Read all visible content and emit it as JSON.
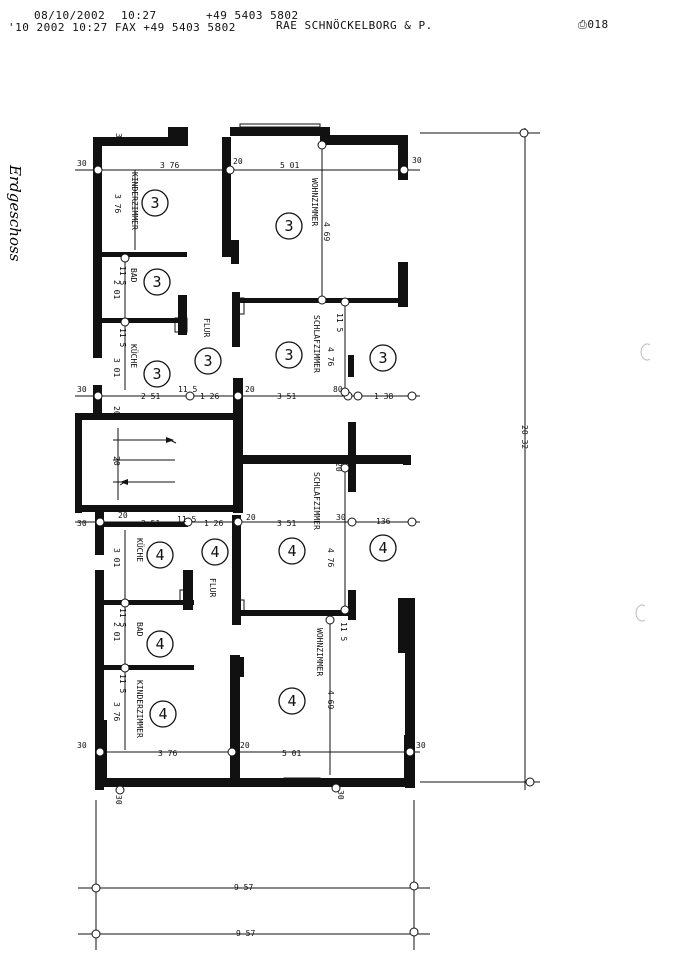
{
  "fax_header": {
    "line1_date": "08/10/2002",
    "line1_time": "10:27",
    "line1_number": "+49 5403 5802",
    "line2": "'10 2002 10:27 FAX +49 5403 5802",
    "sender": "RAE SCHNÖCKELBORG & P.",
    "page": "018"
  },
  "handwritten_title": "Erdgeschoss",
  "unit_numbers": {
    "upper": "3",
    "lower": "4"
  },
  "rooms": {
    "upper": {
      "kinderzimmer": "KINDERZIMMER",
      "wohnzimmer": "WOHNZIMMER",
      "bad": "BAD",
      "flur": "FLUR",
      "kueche": "KÜCHE",
      "schlafzimmer": "SCHLAFZIMMER"
    },
    "lower": {
      "kueche": "KÜCHE",
      "flur": "FLUR",
      "schlafzimmer": "SCHLAFZIMMER",
      "bad": "BAD",
      "kinderzimmer": "KINDERZIMMER",
      "wohnzimmer": "WOHNZIMMER"
    }
  },
  "dimensions": {
    "d30": "30",
    "d376": "3 76",
    "d20": "20",
    "d501": "5 01",
    "d469": "4 69",
    "d115": "11 5",
    "d201": "2 01",
    "d476": "4 76",
    "d301": "3 01",
    "d251": "2 51",
    "d126": "1 26",
    "d351": "3 51",
    "d80": "80",
    "d138": "1 38",
    "d136": "136",
    "d2032": "20 32",
    "d957": "9 57"
  }
}
